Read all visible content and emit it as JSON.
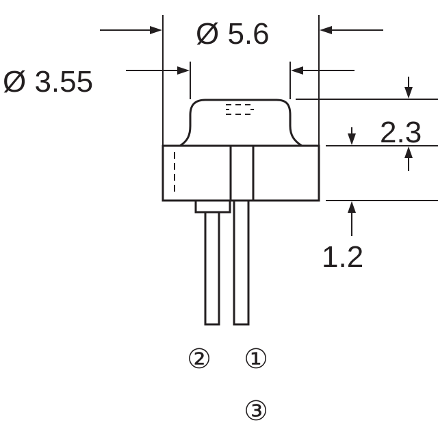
{
  "dimensions": {
    "outer_diameter": "Ø 5.6",
    "cap_diameter": "Ø 3.55",
    "cap_height": "2.3",
    "flange_thickness": "1.2"
  },
  "pins": {
    "pin1": "①",
    "pin2": "②",
    "pin3": "③"
  },
  "colors": {
    "line": "#231f20",
    "background": "#ffffff"
  }
}
